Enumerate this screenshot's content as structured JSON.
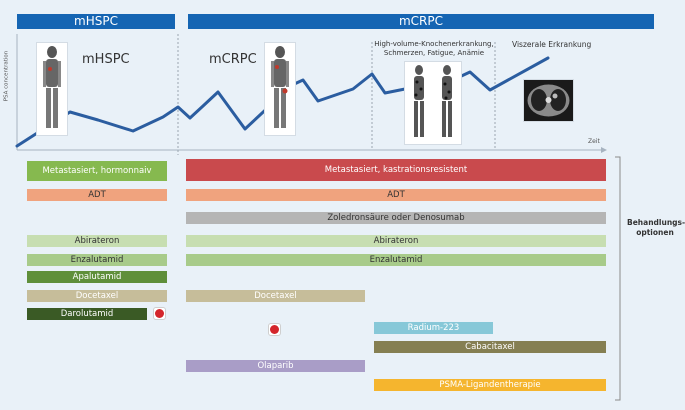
{
  "header": {
    "left_label": "mHSPC",
    "right_label": "mCRPC"
  },
  "chart": {
    "y_axis_label": "PSA concentration",
    "x_axis_label": "Zeit",
    "phase_left_label": "mHSPC",
    "phase_right_label": "mCRPC",
    "annotation_high_volume": "High-volume-Knochenerkrankung,\nSchmerzen, Fatigue, Anämie",
    "annotation_visceral": "Viszerale Erkrankung",
    "line_color": "#2b5da0"
  },
  "side_label": "Behandlungs-\noptionen",
  "bars": {
    "metastatic_naive": "Metastasiert, hormonnaiv",
    "metastatic_resistant": "Metastasiert, kastrationsresistent",
    "adt_left": "ADT",
    "adt_right": "ADT",
    "zoledron": "Zoledronsäure oder Denosumab",
    "abiraterone_left": "Abirateron",
    "abiraterone_right": "Abirateron",
    "enzalutamide_left": "Enzalutamid",
    "enzalutamide_right": "Enzalutamid",
    "apalutamide": "Apalutamid",
    "docetaxel_left": "Docetaxel",
    "docetaxel_right": "Docetaxel",
    "darolutamide": "Darolutamid",
    "radium": "Radium-223",
    "cabazitaxel": "Cabacitaxel",
    "olaparib": "Olaparib",
    "psma": "PSMA-Ligandentherapie"
  },
  "colors": {
    "header_blue": "#1565b3",
    "green": "#86b94f",
    "red": "#c94a4d",
    "orange": "#f0a37e",
    "grey": "#b5b5b5",
    "light_green": "#c7deb1",
    "mid_green": "#a8cb8a",
    "dark_green": "#5f8f3a",
    "darker_green": "#3a5a25",
    "tan": "#c6bd9a",
    "teal": "#87c8d8",
    "olive": "#857f52",
    "lavender": "#a99dc7",
    "gold": "#f5b52e"
  }
}
